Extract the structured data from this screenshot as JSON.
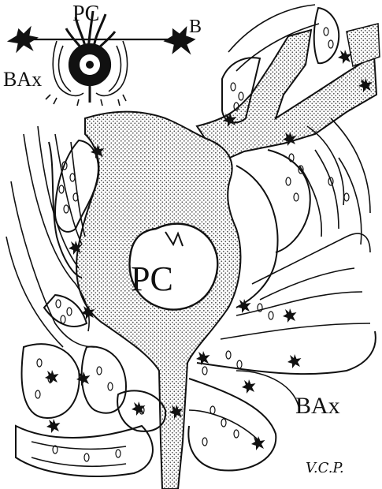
{
  "labels": {
    "pc_small": "PC",
    "b": "B",
    "bax_small": "BAx",
    "pc_big": "PC",
    "bax_big": "BAx",
    "signature": "V.C.P."
  },
  "colors": {
    "ink": "#111111",
    "stipple": "#555555",
    "background": "#ffffff"
  }
}
